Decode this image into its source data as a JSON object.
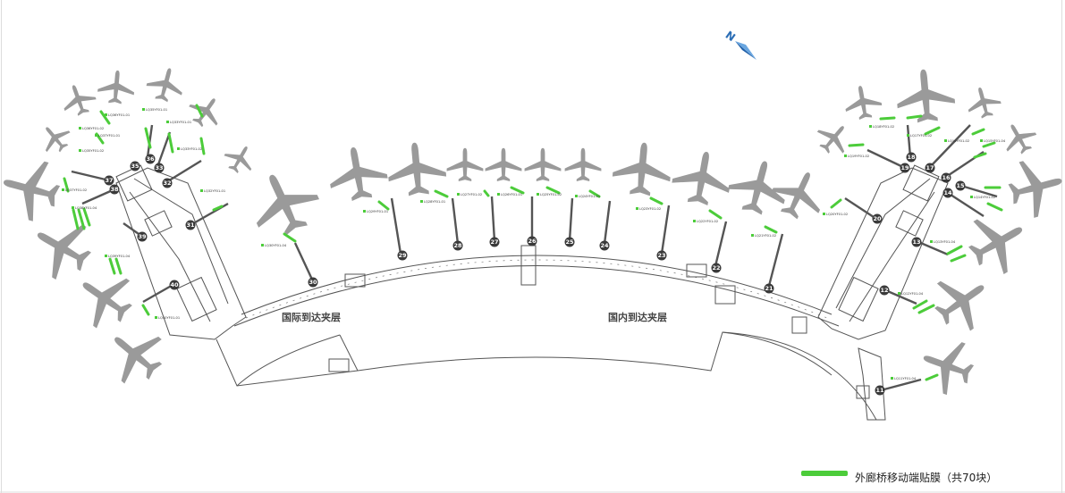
{
  "labels": {
    "international": "国际到达夹层",
    "domestic": "国内到达夹层"
  },
  "legend": {
    "text": "外廊桥移动端贴膜（共70块）",
    "color": "#4ccc3a"
  },
  "compass": {
    "letter": "N",
    "icon": "north-arrow-icon"
  },
  "colors": {
    "plane": "#9a9a9a",
    "gate": "#3a3a3a",
    "film": "#4ccc3a",
    "wall": "#555555"
  },
  "gates": [
    "36",
    "35",
    "33",
    "32",
    "37",
    "38",
    "31",
    "39",
    "40",
    "30",
    "29",
    "28",
    "27",
    "26",
    "25",
    "24",
    "23",
    "22",
    "21",
    "20",
    "18",
    "17",
    "16",
    "19",
    "15",
    "14",
    "13",
    "12",
    "11"
  ],
  "tags": [
    "LQ36YF01-01",
    "LQ36YF01-02",
    "LQ35YF01-01",
    "LQ35YF01-02",
    "LQ37YF01-01",
    "LQ33YF01-01",
    "LQ33YF01-02",
    "LQ37YF01-02",
    "LQ32YF01-01",
    "LQ38YF01-04",
    "LQ39YF01-04",
    "LQ40YF01-01",
    "LQ30YF01-04",
    "LQ29YF01-01",
    "LQ28YF01-01",
    "LQ27YF01-02",
    "LQ26YF01-01",
    "LQ25YF01-02",
    "LQ24YF01-01",
    "LQ23YF01-02",
    "LQ22YF01-02",
    "LQ21YF01-02",
    "LQ20YF01-02",
    "LQ18YF01-02",
    "LQ19YF01-02",
    "LQ17YF01-02",
    "LQ16YF01-02",
    "LQ15YF01-04",
    "LQ14YF01-02",
    "LQ13YF01-04",
    "LQ12YF01-04",
    "LQ11YF01-04"
  ]
}
